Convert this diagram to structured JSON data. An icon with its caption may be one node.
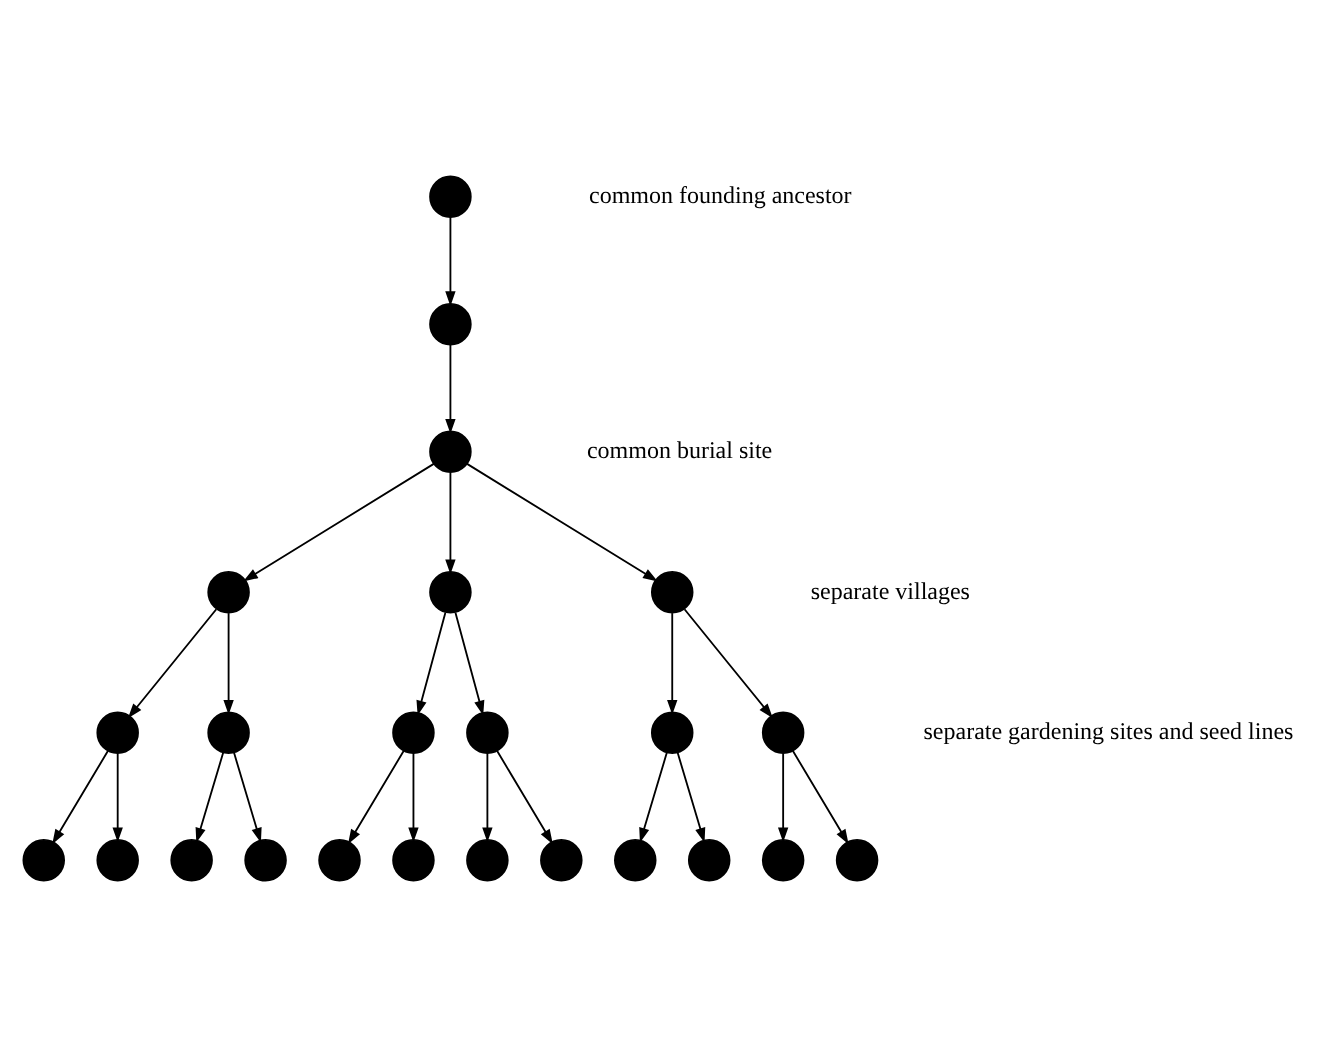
{
  "diagram": {
    "nodes": [
      {
        "text": [],
        "shape": "circle"
      },
      {
        "text": [],
        "shape": "circle"
      },
      {
        "text": [],
        "shape": "circle"
      },
      {
        "text": [],
        "shape": "circle"
      },
      {
        "text": [],
        "shape": "circle"
      },
      {
        "text": [],
        "shape": "circle"
      },
      {
        "text": [],
        "shape": "circle"
      },
      {
        "text": [],
        "shape": "circle"
      },
      {
        "text": [],
        "shape": "circle"
      },
      {
        "text": [],
        "shape": "circle"
      },
      {
        "text": [],
        "shape": "circle"
      },
      {
        "text": [],
        "shape": "circle"
      },
      {
        "text": [],
        "shape": "circle"
      },
      {
        "text": [],
        "shape": "circle"
      },
      {
        "text": [],
        "shape": "circle"
      },
      {
        "text": [],
        "shape": "circle"
      },
      {
        "text": [],
        "shape": "circle"
      },
      {
        "text": [],
        "shape": "circle"
      },
      {
        "text": [],
        "shape": "circle"
      },
      {
        "text": [],
        "shape": "circle"
      },
      {
        "text": [],
        "shape": "circle"
      },
      {
        "text": [],
        "shape": "circle"
      },
      {
        "text": [],
        "shape": "circle"
      },
      {
        "text": [],
        "shape": "circle"
      }
    ],
    "edges": [
      {
        "from": 0,
        "to": 1,
        "arrow": "to"
      },
      {
        "from": 1,
        "to": 2,
        "arrow": "to"
      },
      {
        "from": 2,
        "to": 3,
        "arrow": "to"
      },
      {
        "from": 2,
        "to": 4,
        "arrow": "to"
      },
      {
        "from": 2,
        "to": 5,
        "arrow": "to"
      },
      {
        "from": 3,
        "to": 6,
        "arrow": "to"
      },
      {
        "from": 3,
        "to": 7,
        "arrow": "to"
      },
      {
        "from": 4,
        "to": 8,
        "arrow": "to"
      },
      {
        "from": 4,
        "to": 9,
        "arrow": "to"
      },
      {
        "from": 5,
        "to": 10,
        "arrow": "to"
      },
      {
        "from": 5,
        "to": 11,
        "arrow": "to"
      },
      {
        "from": 6,
        "to": 12,
        "arrow": "to"
      },
      {
        "from": 6,
        "to": 13,
        "arrow": "to"
      },
      {
        "from": 7,
        "to": 14,
        "arrow": "to"
      },
      {
        "from": 7,
        "to": 15,
        "arrow": "to"
      },
      {
        "from": 8,
        "to": 16,
        "arrow": "to"
      },
      {
        "from": 8,
        "to": 17,
        "arrow": "to"
      },
      {
        "from": 9,
        "to": 18,
        "arrow": "to"
      },
      {
        "from": 9,
        "to": 19,
        "arrow": "to"
      },
      {
        "from": 10,
        "to": 20,
        "arrow": "to"
      },
      {
        "from": 10,
        "to": 21,
        "arrow": "to"
      },
      {
        "from": 11,
        "to": 22,
        "arrow": "to"
      },
      {
        "from": 11,
        "to": 23,
        "arrow": "to"
      }
    ],
    "labels": [
      "common founding ancestor",
      "common burial site",
      "separate villages",
      "separate gardening sites and seed lines"
    ]
  }
}
